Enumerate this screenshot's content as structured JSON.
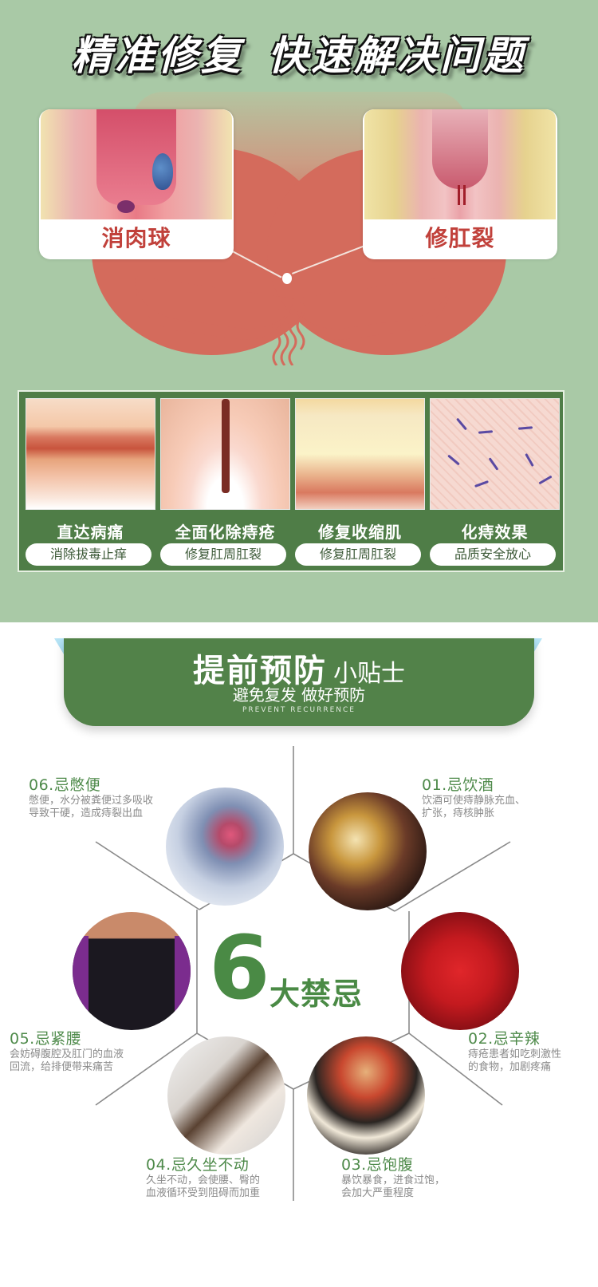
{
  "headline": {
    "part1": "精准修复",
    "part2": "快速解决问题"
  },
  "hero": {
    "cards": [
      {
        "label": "消肉球",
        "image": "hemorrhoid-illustration"
      },
      {
        "label": "修肛裂",
        "image": "anal-fissure-illustration"
      }
    ]
  },
  "features": [
    {
      "title": "直达病痛",
      "pill": "消除拔毒止痒",
      "image": "tissue-illustration"
    },
    {
      "title": "全面化除痔疮",
      "pill": "修复肛周肛裂",
      "image": "skin-cross-section-illustration"
    },
    {
      "title": "修复收缩肌",
      "pill": "修复肛周肛裂",
      "image": "vessel-illustration"
    },
    {
      "title": "化痔效果",
      "pill": "品质安全放心",
      "image": "fiber-illustration"
    }
  ],
  "banner": {
    "title": "提前预防",
    "title_small": "小贴士",
    "subtitle": "避免复发 做好预防",
    "english": "PREVENT RECURRENCE"
  },
  "taboos": {
    "center_number": "6",
    "center_text": "大禁忌",
    "items": [
      {
        "title": "01.忌饮酒",
        "line1": "饮酒可使痔静脉充血、",
        "line2": "扩张，痔核肿胀",
        "image": "wine-toast-photo"
      },
      {
        "title": "02.忌辛辣",
        "line1": "痔疮患者如吃刺激性",
        "line2": "的食物，加剧疼痛",
        "image": "chili-peppers-photo"
      },
      {
        "title": "03.忌饱腹",
        "line1": "暴饮暴食，进食过饱，",
        "line2": "会加大严重程度",
        "image": "hotpot-feast-photo"
      },
      {
        "title": "04.忌久坐不动",
        "line1": "久坐不动，会使腰、臀的",
        "line2": "血液循环受到阻碍而加重",
        "image": "sitting-woman-photo"
      },
      {
        "title": "05.忌紧腰",
        "line1": "会妨碍腹腔及肛门的血液",
        "line2": "回流，给排便带来痛苦",
        "image": "corset-photo"
      },
      {
        "title": "06.忌憋便",
        "line1": "憋便，水分被粪便过多吸收",
        "line2": "导致干硬，造成痔裂出血",
        "image": "toilet-pain-photo"
      }
    ]
  },
  "colors": {
    "top_bg": "#a9c9a6",
    "panel_green": "#4f7d47",
    "banner_green": "#528249",
    "accent_green": "#4a8a45",
    "buttock_red": "#d46b5c",
    "card_label_red": "#c1413b",
    "desc_gray": "#8b8b8b"
  }
}
